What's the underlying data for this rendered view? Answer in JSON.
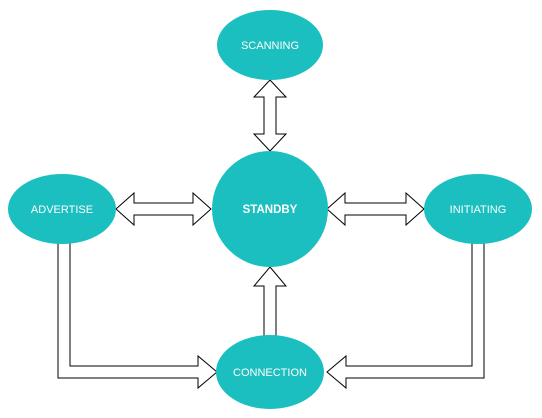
{
  "diagram": {
    "node_color": "#1cbfbf",
    "nodes": {
      "scanning": {
        "label": "SCANNING"
      },
      "standby": {
        "label": "STANDBY"
      },
      "advertise": {
        "label": "ADVERTISE"
      },
      "initiating": {
        "label": "INITIATING"
      },
      "connection": {
        "label": "CONNECTION"
      }
    }
  }
}
